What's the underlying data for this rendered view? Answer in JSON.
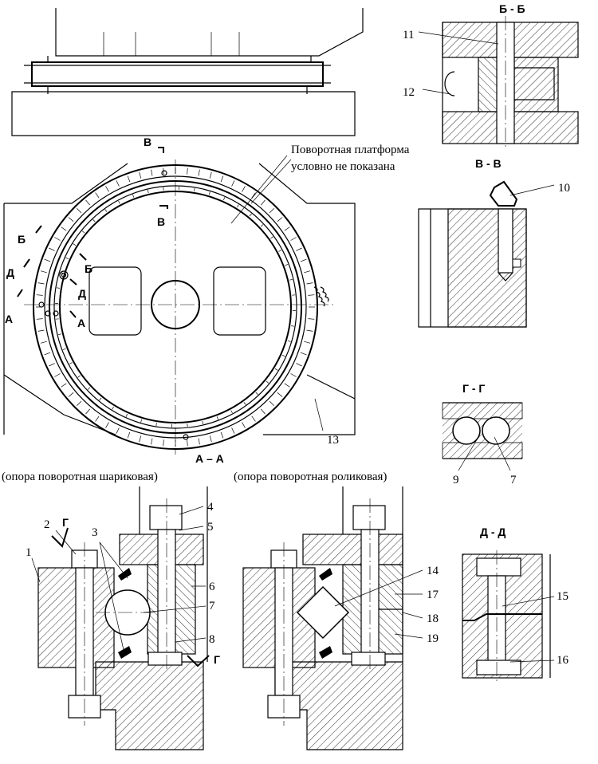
{
  "notes": {
    "platform_line1": "Поворотная платформа",
    "platform_line2": "условно не показана",
    "ball_support": "(опора поворотная шариковая)",
    "roller_support": "(опора поворотная роликовая)"
  },
  "sections": {
    "bb": "Б - Б",
    "vv": "В - В",
    "gg": "Г - Г",
    "dd": "Д - Д",
    "aa": "А – А"
  },
  "cut_marks": {
    "b": "Б",
    "v": "В",
    "g": "Г",
    "d": "Д",
    "a": "А"
  },
  "callouts": [
    "1",
    "2",
    "3",
    "4",
    "5",
    "6",
    "7",
    "8",
    "9",
    "10",
    "11",
    "12",
    "13",
    "14",
    "15",
    "16",
    "17",
    "18",
    "19"
  ]
}
